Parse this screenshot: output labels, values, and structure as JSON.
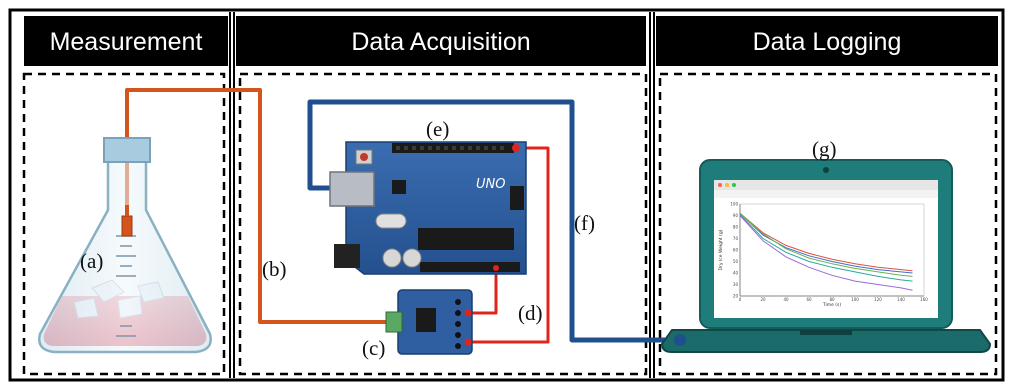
{
  "sections": {
    "measurement": "Measurement",
    "acquisition": "Data Acquisition",
    "logging": "Data Logging"
  },
  "labels": {
    "a": "(a)",
    "b": "(b)",
    "c": "(c)",
    "d": "(d)",
    "e": "(e)",
    "f": "(f)",
    "g": "(g)"
  },
  "arduino": {
    "model": "UNO"
  },
  "colors": {
    "header_bg": "#000000",
    "orange_wire": "#d4541e",
    "blue_wire": "#1f4f8f",
    "red_wire": "#e0241c",
    "arduino_board": "#2f5fa0",
    "laptop_body": "#1e7c7a",
    "liquid": "#f2a0a8",
    "flask_glass": "#d6e8f0"
  },
  "icons": [
    "erlenmeyer-flask",
    "sensor-probe",
    "arduino-board",
    "amplifier-module",
    "laptop"
  ],
  "chart_data": {
    "type": "line",
    "title": "",
    "xlabel": "Time (s)",
    "ylabel": "Dry Ice Weight (g)",
    "x_ticks": [
      "0",
      "20",
      "40",
      "60",
      "80",
      "100",
      "120",
      "140",
      "160"
    ],
    "y_ticks": [
      "100",
      "90",
      "80",
      "70",
      "60",
      "50",
      "40",
      "30",
      "20"
    ],
    "xlim": [
      0,
      160
    ],
    "ylim": [
      20,
      100
    ],
    "grid": false,
    "series": [
      {
        "color": "#e0503c",
        "x": [
          0,
          20,
          40,
          60,
          80,
          100,
          120,
          140,
          150
        ],
        "y": [
          92,
          75,
          64,
          57,
          52,
          48,
          45,
          43,
          42
        ]
      },
      {
        "color": "#3a6fd0",
        "x": [
          0,
          20,
          40,
          60,
          80,
          100,
          120,
          140,
          150
        ],
        "y": [
          92,
          73,
          62,
          55,
          50,
          46,
          43,
          41,
          40
        ]
      },
      {
        "color": "#2aa89a",
        "x": [
          0,
          20,
          40,
          60,
          80,
          100,
          120,
          140,
          150
        ],
        "y": [
          91,
          70,
          58,
          50,
          45,
          41,
          37,
          34,
          33
        ]
      },
      {
        "color": "#9a6ad6",
        "x": [
          0,
          20,
          40,
          60,
          80,
          100,
          120,
          140,
          150
        ],
        "y": [
          90,
          68,
          54,
          45,
          38,
          33,
          30,
          27,
          25
        ]
      },
      {
        "color": "#6ab04c",
        "x": [
          0,
          20,
          40,
          60,
          80,
          100,
          120,
          140,
          150
        ],
        "y": [
          92,
          74,
          61,
          53,
          48,
          44,
          41,
          38,
          37
        ]
      }
    ]
  }
}
